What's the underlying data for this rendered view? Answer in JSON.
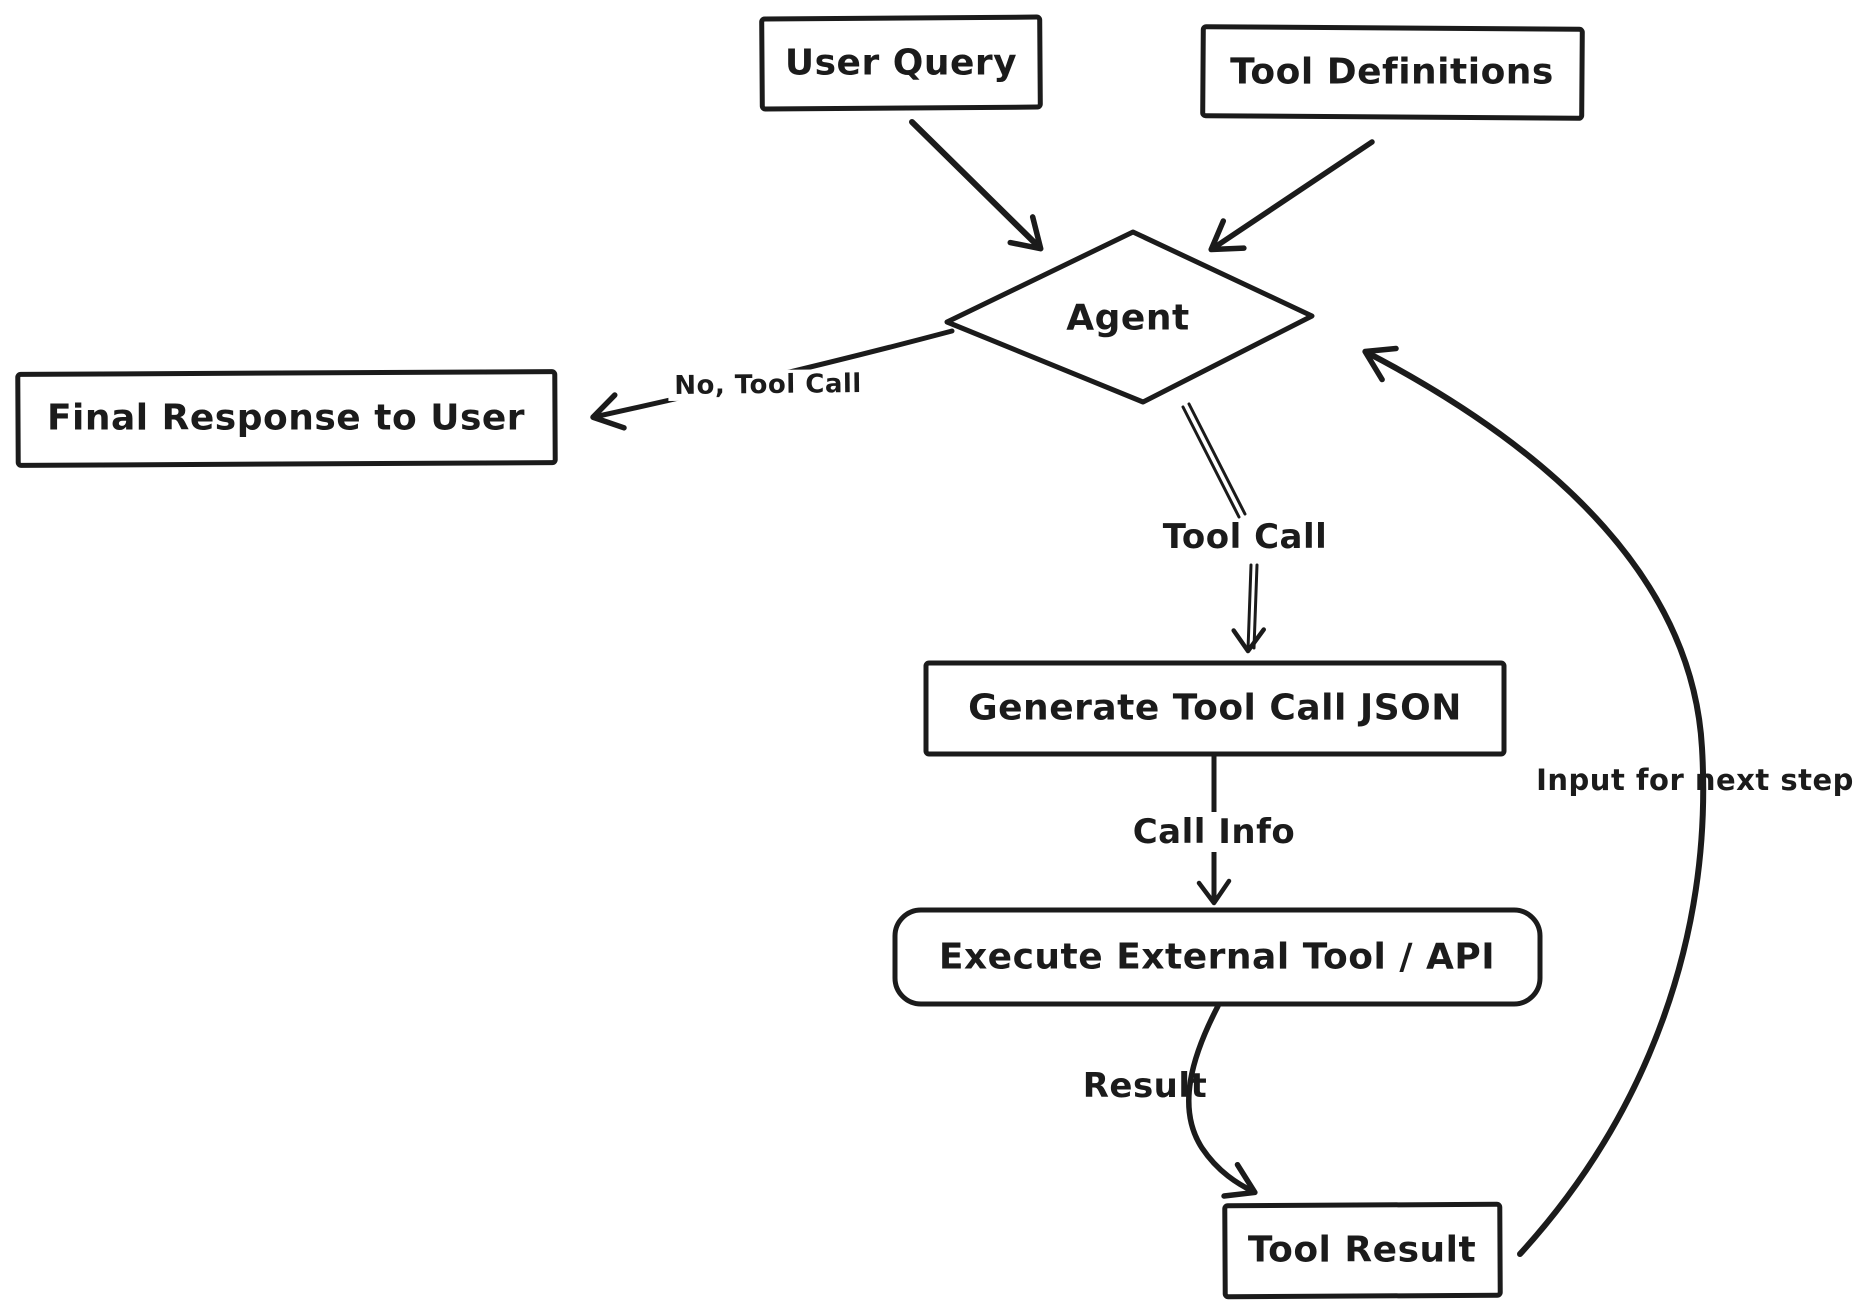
{
  "diagram": {
    "type": "flowchart",
    "style": "hand-drawn sketch (black ink on white)",
    "colors": {
      "ink": "#1b1b1b",
      "background": "#ffffff"
    },
    "nodes": [
      {
        "id": "user_query",
        "label": "User Query",
        "shape": "rectangle"
      },
      {
        "id": "tool_definitions",
        "label": "Tool Definitions",
        "shape": "rectangle"
      },
      {
        "id": "agent",
        "label": "Agent",
        "shape": "diamond"
      },
      {
        "id": "final_response",
        "label": "Final Response to User",
        "shape": "rectangle"
      },
      {
        "id": "generate_tool_call_json",
        "label": "Generate Tool Call JSON",
        "shape": "rectangle"
      },
      {
        "id": "execute_external_tool",
        "label": "Execute External Tool / API",
        "shape": "rounded-rectangle"
      },
      {
        "id": "tool_result",
        "label": "Tool Result",
        "shape": "rectangle"
      }
    ],
    "edges": [
      {
        "from": "user_query",
        "to": "agent",
        "label": ""
      },
      {
        "from": "tool_definitions",
        "to": "agent",
        "label": ""
      },
      {
        "from": "agent",
        "to": "final_response",
        "label": "No, Tool Call"
      },
      {
        "from": "agent",
        "to": "generate_tool_call_json",
        "label": "Tool Call"
      },
      {
        "from": "generate_tool_call_json",
        "to": "execute_external_tool",
        "label": "Call Info"
      },
      {
        "from": "execute_external_tool",
        "to": "tool_result",
        "label": "Result"
      },
      {
        "from": "tool_result",
        "to": "agent",
        "label": "Input for next step"
      }
    ]
  }
}
